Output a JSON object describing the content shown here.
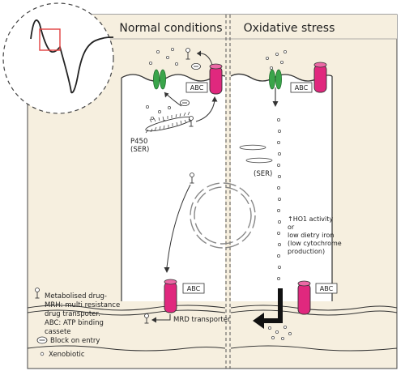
{
  "panels": {
    "normal": "Normal conditions",
    "oxidative": "Oxidative stress"
  },
  "labels": {
    "abc": "ABC",
    "p450_line1": "P450",
    "p450_line2": "(SER)",
    "ser": "(SER)",
    "mrd_transporter": "MRD transporter",
    "ho1_line1": "↑HO1 activity",
    "ho1_line2": "or",
    "ho1_line3": "low dietry iron",
    "ho1_line4": "(low cytochrome",
    "ho1_line5": "production)"
  },
  "legend": {
    "line1": "Metabolised drug-",
    "line2": "MRH: multi resistance",
    "line3": "drug transpoter.",
    "line4": "ABC: ATP binding",
    "line5": "cassete",
    "block": "Block on entry",
    "xenobiotic": "Xenobiotic"
  },
  "colors": {
    "background": "#f6efdf",
    "magenta": "#e0287e",
    "green": "#3aa54a",
    "line": "#333333",
    "inset_box": "#e04040"
  }
}
